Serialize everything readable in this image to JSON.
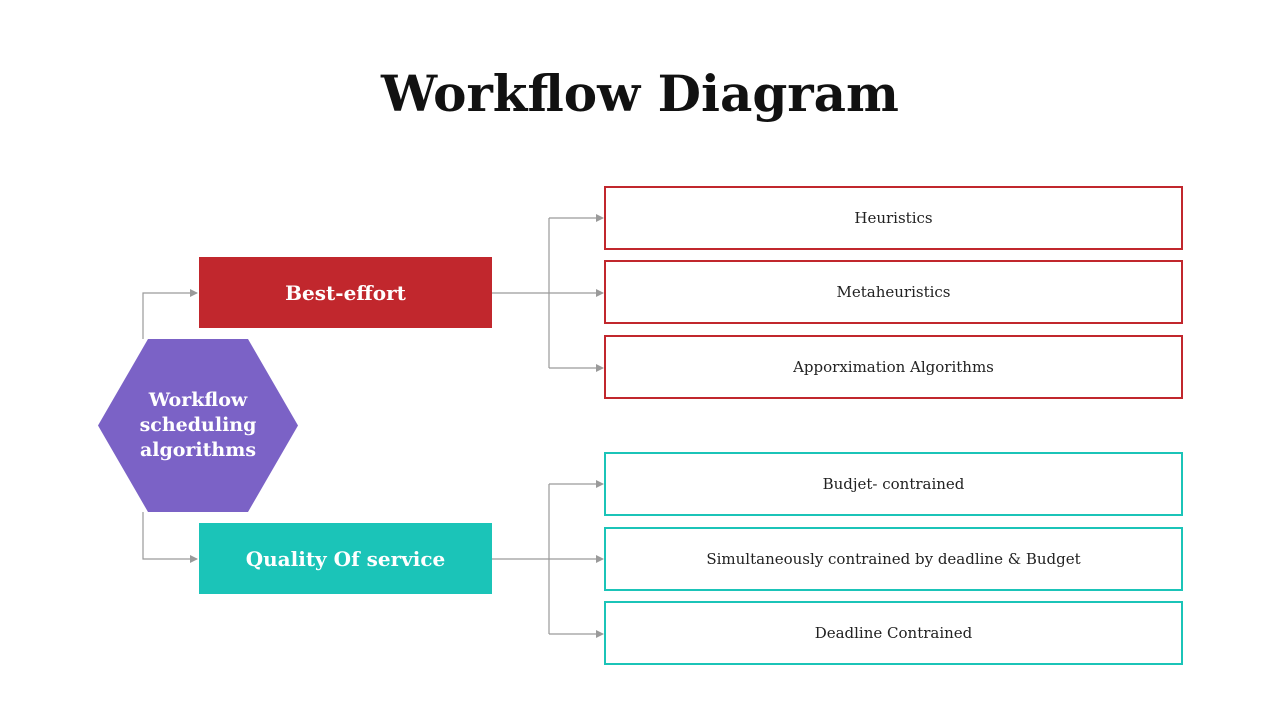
{
  "title": "Workflow Diagram",
  "root": {
    "label": "Workflow scheduling algorithms",
    "color": "#7B62C6"
  },
  "categories": [
    {
      "label": "Best-effort",
      "color": "#C1272D",
      "items": [
        "Heuristics",
        "Metaheuristics",
        "Apporximation Algorithms"
      ]
    },
    {
      "label": "Quality Of service",
      "color": "#1BC4B8",
      "items": [
        "Budjet- contrained",
        "Simultaneously contrained by deadline & Budget",
        "Deadline Contrained"
      ]
    }
  ],
  "connector_color": "#9A9A9A"
}
